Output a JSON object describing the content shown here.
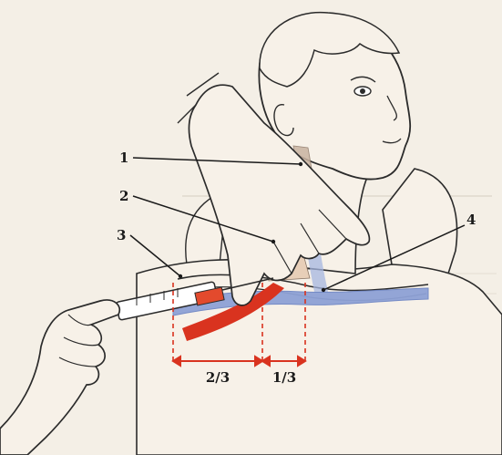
{
  "callouts": [
    "1",
    "2",
    "3",
    "4"
  ],
  "measurements": {
    "left": "2/3",
    "right": "1/3"
  },
  "colors": {
    "background": "#f4efe6",
    "skin": "#f7f1e8",
    "outline": "#2b2b2b",
    "artery": "#d9331f",
    "vein": "#6f86c4",
    "measure": "#d9331f"
  }
}
